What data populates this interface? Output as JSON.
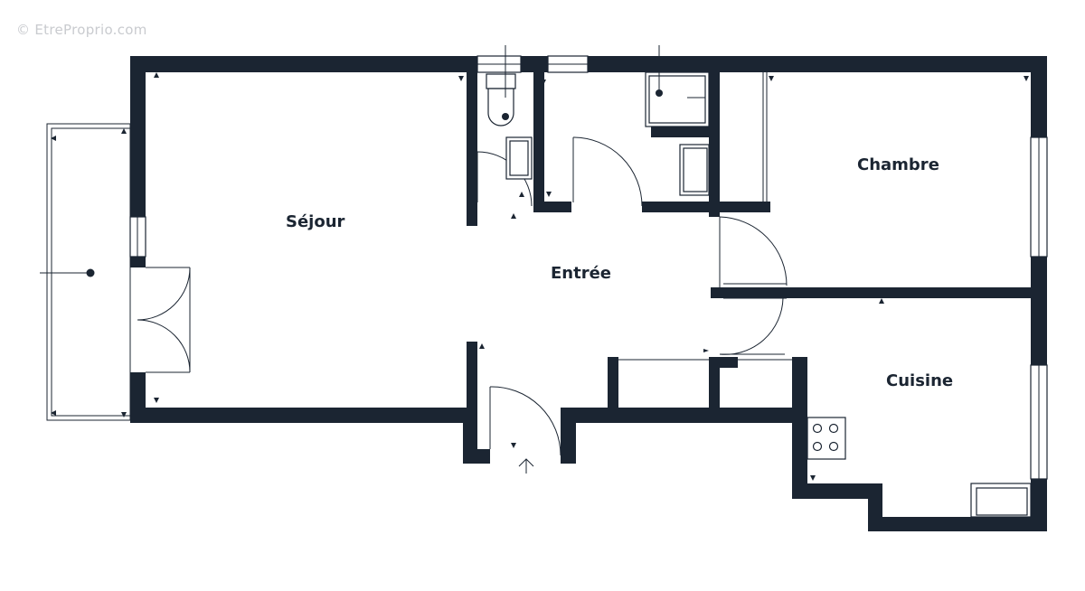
{
  "watermark": "© EtreProprio.com",
  "rooms": {
    "sejour": "Séjour",
    "entree": "Entrée",
    "chambre": "Chambre",
    "cuisine": "Cuisine"
  },
  "colors": {
    "wall": "#1b2532",
    "background": "#ffffff"
  }
}
